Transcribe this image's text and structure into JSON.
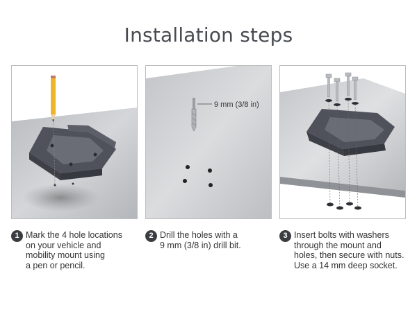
{
  "header": {
    "title": "Installation steps"
  },
  "steps": [
    {
      "number": "1",
      "text": "Mark the 4 hole locations\non your vehicle and\nmobility mount using\na pen or pencil."
    },
    {
      "number": "2",
      "text": "Drill the holes with a\n9 mm (3/8 in) drill bit."
    },
    {
      "number": "3",
      "text": "Insert bolts with washers\nthrough the mount and\nholes, then secure with nuts.\nUse a 14 mm deep socket."
    }
  ],
  "panel2": {
    "drill_label": "9 mm (3/8 in)"
  },
  "colors": {
    "mount": "#4f525b",
    "metal": "#c9cbce",
    "badge": "#3b3d42"
  }
}
